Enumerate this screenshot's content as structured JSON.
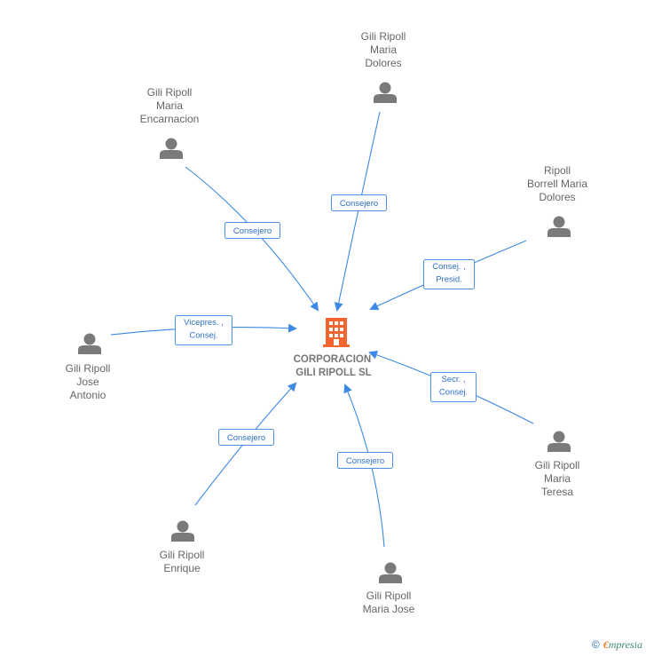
{
  "center": {
    "name_lines": [
      "CORPORACION",
      "GILI RIPOLL SL"
    ],
    "icon": "building-icon",
    "icon_color": "#f26531"
  },
  "people": [
    {
      "id": "maria-dolores",
      "name_lines": [
        "Gili Ripoll",
        "Maria",
        "Dolores"
      ],
      "role_lines": [
        "Consejero"
      ]
    },
    {
      "id": "maria-encarnacion",
      "name_lines": [
        "Gili Ripoll",
        "Maria",
        "Encarnacion"
      ],
      "role_lines": [
        "Consejero"
      ]
    },
    {
      "id": "ripoll-borrell",
      "name_lines": [
        "Ripoll",
        "Borrell Maria",
        "Dolores"
      ],
      "role_lines": [
        "Consej. ,",
        "Presid."
      ]
    },
    {
      "id": "jose-antonio",
      "name_lines": [
        "Gili Ripoll",
        "Jose",
        "Antonio"
      ],
      "role_lines": [
        "Vicepres. ,",
        "Consej."
      ]
    },
    {
      "id": "maria-teresa",
      "name_lines": [
        "Gili Ripoll",
        "Maria",
        "Teresa"
      ],
      "role_lines": [
        "Secr. ,",
        "Consej."
      ]
    },
    {
      "id": "enrique",
      "name_lines": [
        "Gili Ripoll",
        "Enrique"
      ],
      "role_lines": [
        "Consejero"
      ]
    },
    {
      "id": "maria-jose",
      "name_lines": [
        "Gili Ripoll",
        "Maria Jose"
      ],
      "role_lines": [
        "Consejero"
      ]
    }
  ],
  "colors": {
    "edge": "#3d8ae6",
    "person_icon": "#7a7a7a",
    "role_text": "#2f6fc4"
  },
  "watermark": {
    "copyright": "©",
    "brand_initial": "€",
    "brand_rest": "mpresia"
  }
}
